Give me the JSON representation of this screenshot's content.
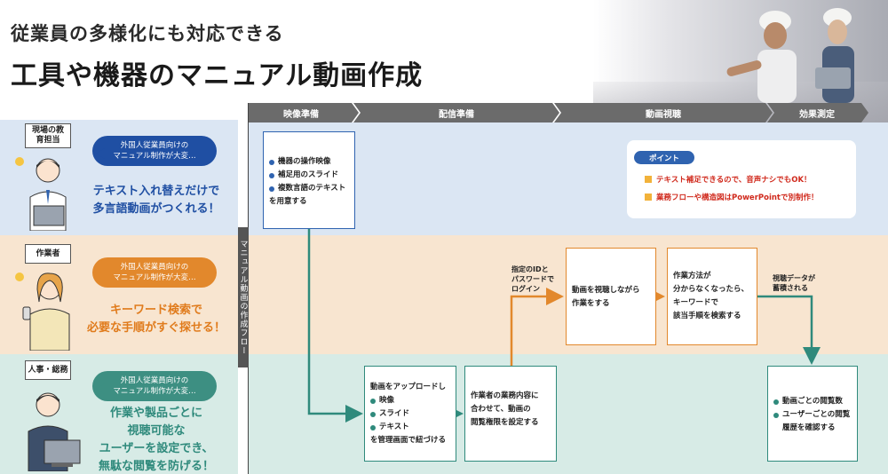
{
  "title": {
    "line1": "従業員の多様化にも対応できる",
    "line2": "工具や機器のマニュアル動画作成"
  },
  "phases": [
    "映像準備",
    "配信準備",
    "動画視聴",
    "効果測定"
  ],
  "flow_band": "マニュアル動画の作成フロー",
  "lanes": [
    {
      "role": "現場の教育担当",
      "bubble_line1": "外国人従業員向けの",
      "bubble_line2": "マニュアル制作が大変…",
      "catch_line1": "テキスト入れ替えだけで",
      "catch_line2": "多言語動画がつくれる！",
      "catch_line3": "",
      "catch_line4": ""
    },
    {
      "role": "作業者",
      "bubble_line1": "外国人従業員向けの",
      "bubble_line2": "マニュアル制作が大変…",
      "catch_line1": "キーワード検索で",
      "catch_line2": "必要な手順がすぐ探せる！",
      "catch_line3": "",
      "catch_line4": ""
    },
    {
      "role": "人事・総務",
      "bubble_line1": "外国人従業員向けの",
      "bubble_line2": "マニュアル制作が大変…",
      "catch_line1": "作業や製品ごとに",
      "catch_line2": "視聴可能な",
      "catch_line3": "ユーザーを設定でき、",
      "catch_line4": "無駄な閲覧を防げる！"
    }
  ],
  "boxes": {
    "prep": {
      "items": [
        "機器の操作映像",
        "補足用のスライド",
        "複数言語のテキスト"
      ],
      "tail": "を用意する"
    },
    "upload": {
      "head": "動画をアップロードし",
      "items": [
        "映像",
        "スライド",
        "テキスト"
      ],
      "tail": "を管理画面で紐づける"
    },
    "permission": {
      "line1": "作業者の業務内容に",
      "line2": "合わせて、動画の",
      "line3": "閲覧権限を設定する"
    },
    "watch": {
      "line1": "動画を視聴しながら",
      "line2": "作業をする"
    },
    "search": {
      "line1": "作業方法が",
      "line2": "分からなくなったら、",
      "line3": "キーワードで",
      "line4": "該当手順を検索する"
    },
    "analytics": {
      "items": [
        "動画ごとの閲覧数",
        "ユーザーごとの閲覧"
      ],
      "tail": "履歴を確認する"
    }
  },
  "labels": {
    "login_line1": "指定のIDと",
    "login_line2": "パスワードで",
    "login_line3": "ログイン",
    "data_line1": "視聴データが",
    "data_line2": "蓄積される"
  },
  "point": {
    "badge": "ポイント",
    "item1": "テキスト補足できるので、音声ナシでもOK！",
    "item2": "業務フローや構造図はPowerPointで別制作！"
  },
  "colors": {
    "blue": "#1f4fa3",
    "orange": "#e2882c",
    "teal": "#2f8a7c",
    "phase_header": "#6b6b6b",
    "point_red": "#d0291c"
  }
}
